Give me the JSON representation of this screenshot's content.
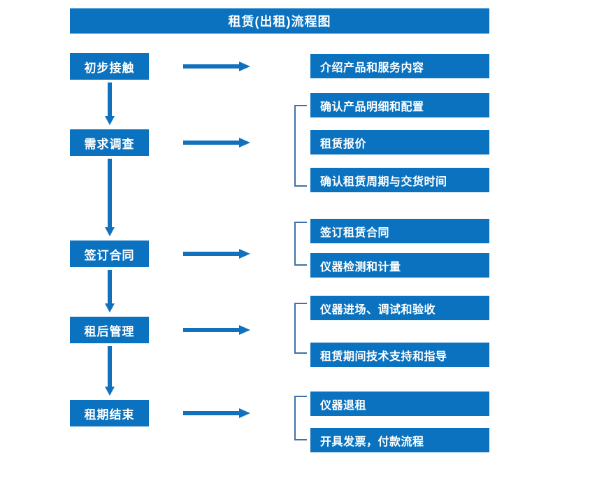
{
  "title": "租赁(出租)流程图",
  "colors": {
    "box_blue": "#0b72bf",
    "arrow_blue": "#1271bd",
    "bracket_blue": "#3f72a8",
    "text_white": "#ffffff",
    "background": "#ffffff"
  },
  "stages": [
    {
      "id": "initial-contact",
      "label": "初步接触"
    },
    {
      "id": "needs-survey",
      "label": "需求调查"
    },
    {
      "id": "sign-contract",
      "label": "签订合同"
    },
    {
      "id": "post-rental-mgmt",
      "label": "租后管理"
    },
    {
      "id": "lease-end",
      "label": "租期结束"
    }
  ],
  "details": [
    {
      "id": "intro-products",
      "label": "介绍产品和服务内容"
    },
    {
      "id": "confirm-spec",
      "label": "确认产品明细和配置"
    },
    {
      "id": "rental-quote",
      "label": "租赁报价"
    },
    {
      "id": "confirm-period",
      "label": "确认租赁周期与交货时间"
    },
    {
      "id": "sign-rental-contract",
      "label": "签订租赁合同"
    },
    {
      "id": "instrument-test",
      "label": "仪器检测和计量"
    },
    {
      "id": "instrument-entry",
      "label": "仪器进场、调试和验收"
    },
    {
      "id": "tech-support",
      "label": "租赁期间技术支持和指导"
    },
    {
      "id": "instrument-return",
      "label": "仪器退租"
    },
    {
      "id": "invoice-payment",
      "label": "开具发票，付款流程"
    }
  ],
  "flow_data": {
    "type": "diagram",
    "diagram_kind": "flowchart",
    "orientation": "vertical-with-side-branches",
    "title": "租赁(出租)流程图",
    "nodes": [
      {
        "stage": "初步接触",
        "order": 1,
        "branches": [
          "介绍产品和服务内容"
        ]
      },
      {
        "stage": "需求调查",
        "order": 2,
        "branches": [
          "确认产品明细和配置",
          "租赁报价",
          "确认租赁周期与交货时间"
        ]
      },
      {
        "stage": "签订合同",
        "order": 3,
        "branches": [
          "签订租赁合同",
          "仪器检测和计量"
        ]
      },
      {
        "stage": "租后管理",
        "order": 4,
        "branches": [
          "仪器进场、调试和验收",
          "租赁期间技术支持和指导"
        ]
      },
      {
        "stage": "租期结束",
        "order": 5,
        "branches": [
          "仪器退租",
          "开具发票，付款流程"
        ]
      }
    ],
    "edges": [
      {
        "from": "初步接触",
        "to": "需求调查",
        "kind": "vertical-arrow"
      },
      {
        "from": "需求调查",
        "to": "签订合同",
        "kind": "vertical-arrow"
      },
      {
        "from": "签订合同",
        "to": "租后管理",
        "kind": "vertical-arrow"
      },
      {
        "from": "租后管理",
        "to": "租期结束",
        "kind": "vertical-arrow"
      },
      {
        "from": "初步接触",
        "to": "介绍产品和服务内容",
        "kind": "horizontal-arrow"
      },
      {
        "from": "需求调查",
        "to": "需求调查分支",
        "kind": "horizontal-arrow"
      },
      {
        "from": "签订合同",
        "to": "签订合同分支",
        "kind": "horizontal-arrow"
      },
      {
        "from": "租后管理",
        "to": "租后管理分支",
        "kind": "horizontal-arrow"
      },
      {
        "from": "租期结束",
        "to": "租期结束分支",
        "kind": "horizontal-arrow"
      }
    ]
  }
}
